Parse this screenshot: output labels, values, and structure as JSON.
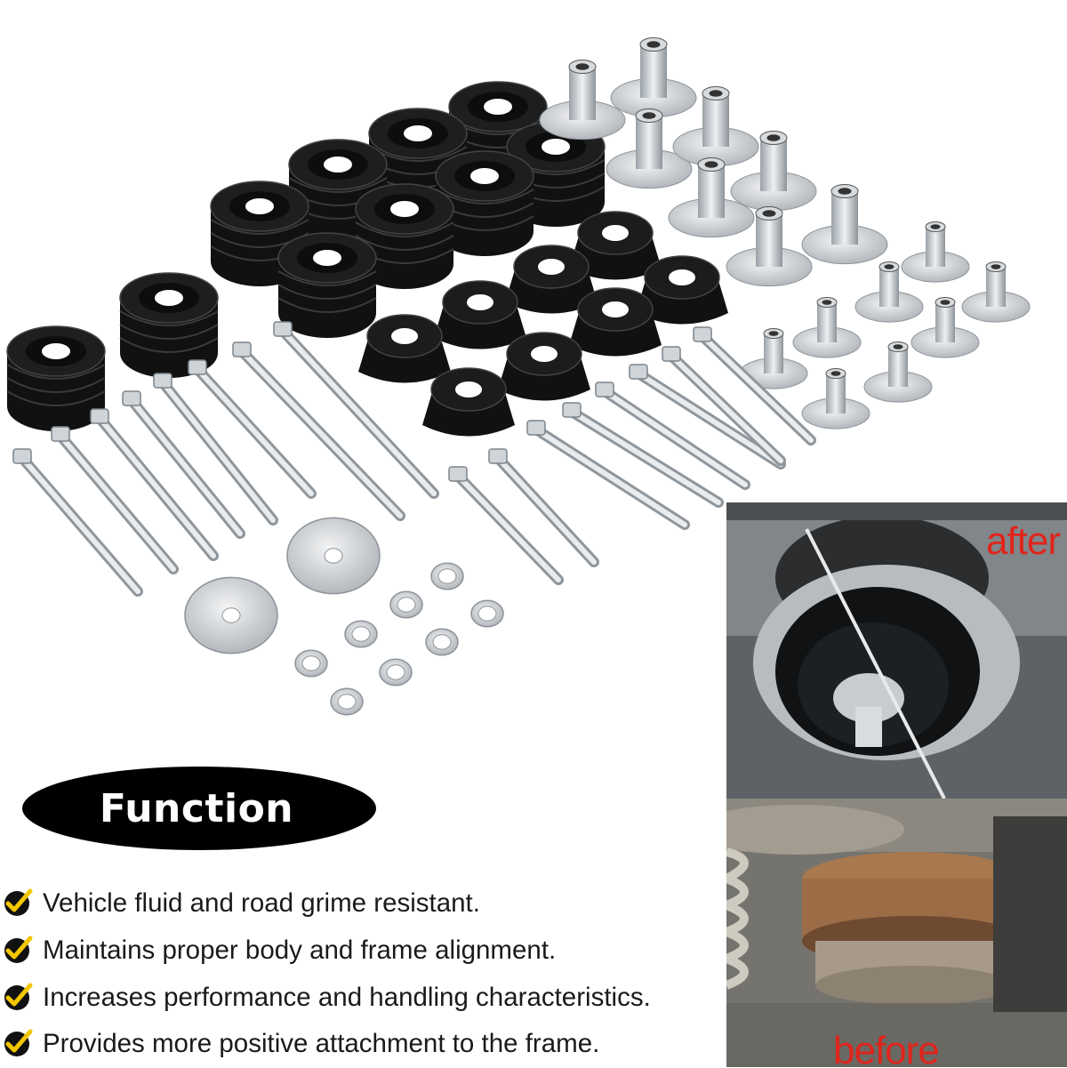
{
  "function_section": {
    "title": "Function",
    "items": [
      "Vehicle fluid and road grime resistant.",
      "Maintains proper body and frame alignment.",
      "Increases performance and handling characteristics.",
      "Provides more positive attachment to the frame."
    ],
    "check_icon": "check-icon",
    "check_color": "#f2c600"
  },
  "comparison": {
    "after_label": "after",
    "before_label": "before",
    "label_color": "#e0241b"
  },
  "product": {
    "bushing_color": "#111111",
    "hardware_color": "#c9ced3"
  }
}
